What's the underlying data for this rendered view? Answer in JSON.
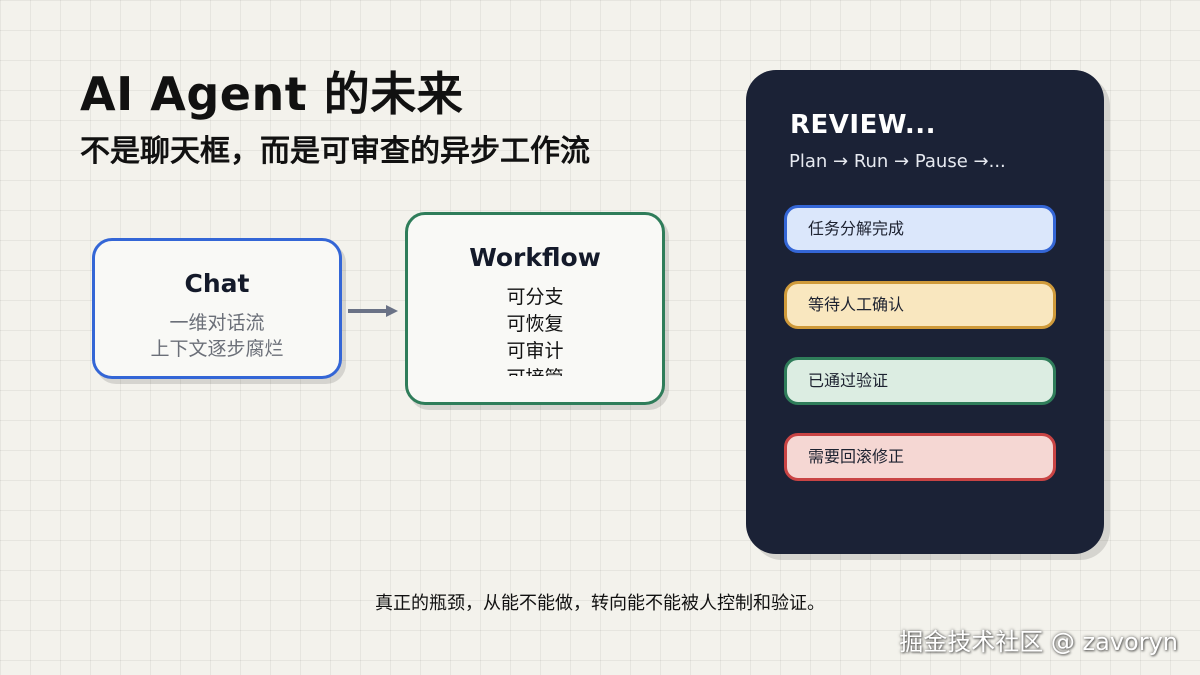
{
  "header": {
    "title": "AI Agent 的未来",
    "subtitle": "不是聊天框，而是可审查的异步工作流"
  },
  "chat_card": {
    "title": "Chat",
    "lines": [
      "一维对话流",
      "上下文逐步腐烂"
    ],
    "border_color": "#3466d6"
  },
  "workflow_card": {
    "title": "Workflow",
    "lines": [
      "可分支",
      "可恢复",
      "可审计",
      "可接管"
    ],
    "border_color": "#2f7d5a"
  },
  "arrow_icon": "arrow-right-icon",
  "review_panel": {
    "title": "REVIEW...",
    "flow": "Plan → Run → Pause →...",
    "background": "#1b2236",
    "items": [
      {
        "label": "任务分解完成",
        "bg": "#dbe7fb",
        "border": "#3466d6"
      },
      {
        "label": "等待人工确认",
        "bg": "#f9e7bf",
        "border": "#cf9a3a"
      },
      {
        "label": "已通过验证",
        "bg": "#dcede2",
        "border": "#2f7d5a"
      },
      {
        "label": "需要回滚修正",
        "bg": "#f5d7d3",
        "border": "#c94444"
      }
    ]
  },
  "footer": {
    "text": "真正的瓶颈，从能不能做，转向能不能被人控制和验证。"
  },
  "watermark": "掘金技术社区 @ zavoryn"
}
